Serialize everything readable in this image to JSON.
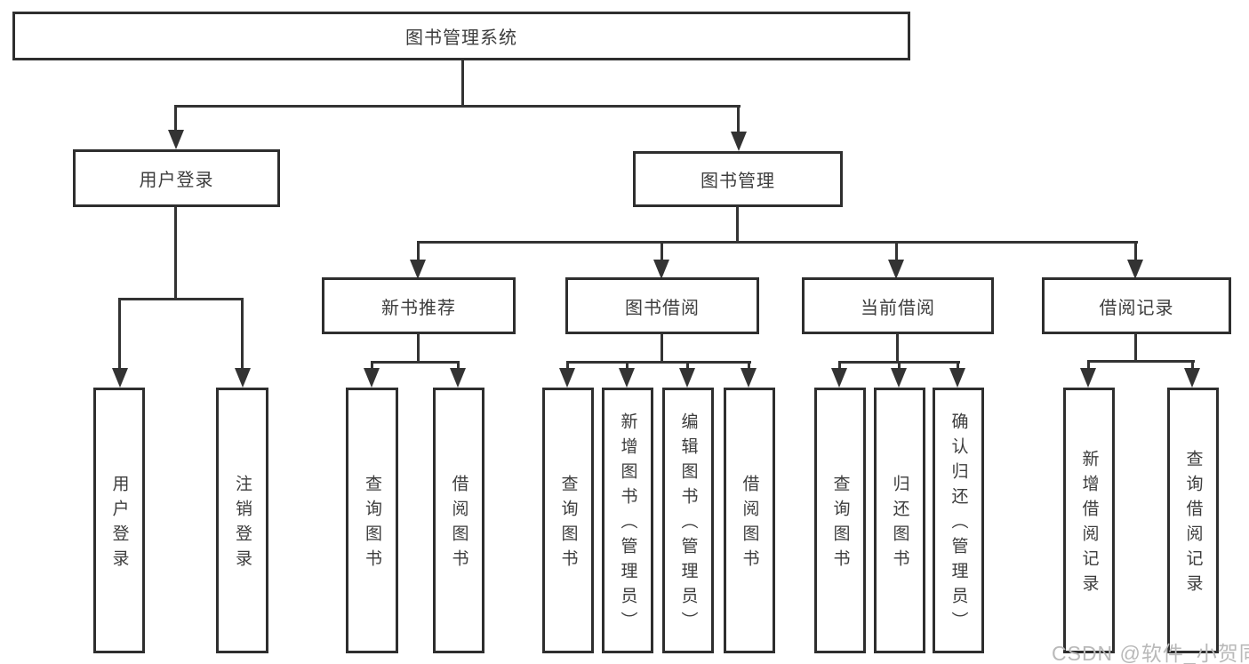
{
  "diagram": {
    "title": "图书管理系统",
    "tree": {
      "label": "图书管理系统",
      "children": [
        {
          "label": "用户登录",
          "children": [
            {
              "label": "用户登录"
            },
            {
              "label": "注销登录"
            }
          ]
        },
        {
          "label": "图书管理",
          "children": [
            {
              "label": "新书推荐",
              "children": [
                {
                  "label": "查询图书"
                },
                {
                  "label": "借阅图书"
                }
              ]
            },
            {
              "label": "图书借阅",
              "children": [
                {
                  "label": "查询图书"
                },
                {
                  "label": "新增图书（管理员）"
                },
                {
                  "label": "编辑图书（管理员）"
                },
                {
                  "label": "借阅图书"
                }
              ]
            },
            {
              "label": "当前借阅",
              "children": [
                {
                  "label": "查询图书"
                },
                {
                  "label": "归还图书"
                },
                {
                  "label": "确认归还（管理员）"
                }
              ]
            },
            {
              "label": "借阅记录",
              "children": [
                {
                  "label": "新增借阅记录"
                },
                {
                  "label": "查询借阅记录"
                }
              ]
            }
          ]
        }
      ]
    },
    "colors": {
      "line": "#333333",
      "border": "#2e2e2e",
      "text": "#3d3d3d",
      "watermark": "#b9b9b9",
      "background": "#ffffff"
    }
  },
  "watermark": {
    "text": "CSDN @软件_小贺同学"
  }
}
